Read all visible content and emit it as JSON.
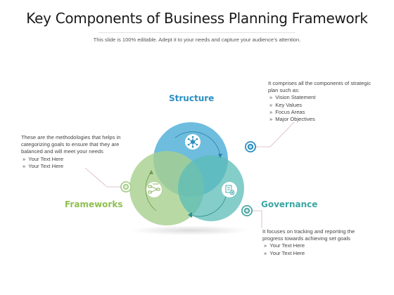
{
  "header": {
    "title": "Key Components of Business Planning Framework",
    "subtitle": "This slide is 100% editable. Adept it to your needs and capture your audience’s attention."
  },
  "components": {
    "structure": {
      "label": "Structure",
      "color": "#5ab4db",
      "icon": "network-hub-icon",
      "description": "It comprises all the components of strategic plan such as:",
      "bullets": [
        "Vision Statement",
        "Key Values",
        "Focus Areas",
        "Major Objectives"
      ]
    },
    "frameworks": {
      "label": "Frameworks",
      "color": "#a8d08d",
      "icon": "process-flow-icon",
      "description": "These are the methodologies that helps in categorizing goals to ensure that they are balanced and will meet your needs",
      "bullets": [
        "Your Text Here",
        "Your Text Here"
      ]
    },
    "governance": {
      "label": "Governance",
      "color": "#5bbcb7",
      "icon": "gear-document-icon",
      "description": "It focuses on tracking and reporting the progress towards achieving set goals",
      "bullets": [
        "Your Text Here",
        "Your Text Here"
      ]
    }
  }
}
